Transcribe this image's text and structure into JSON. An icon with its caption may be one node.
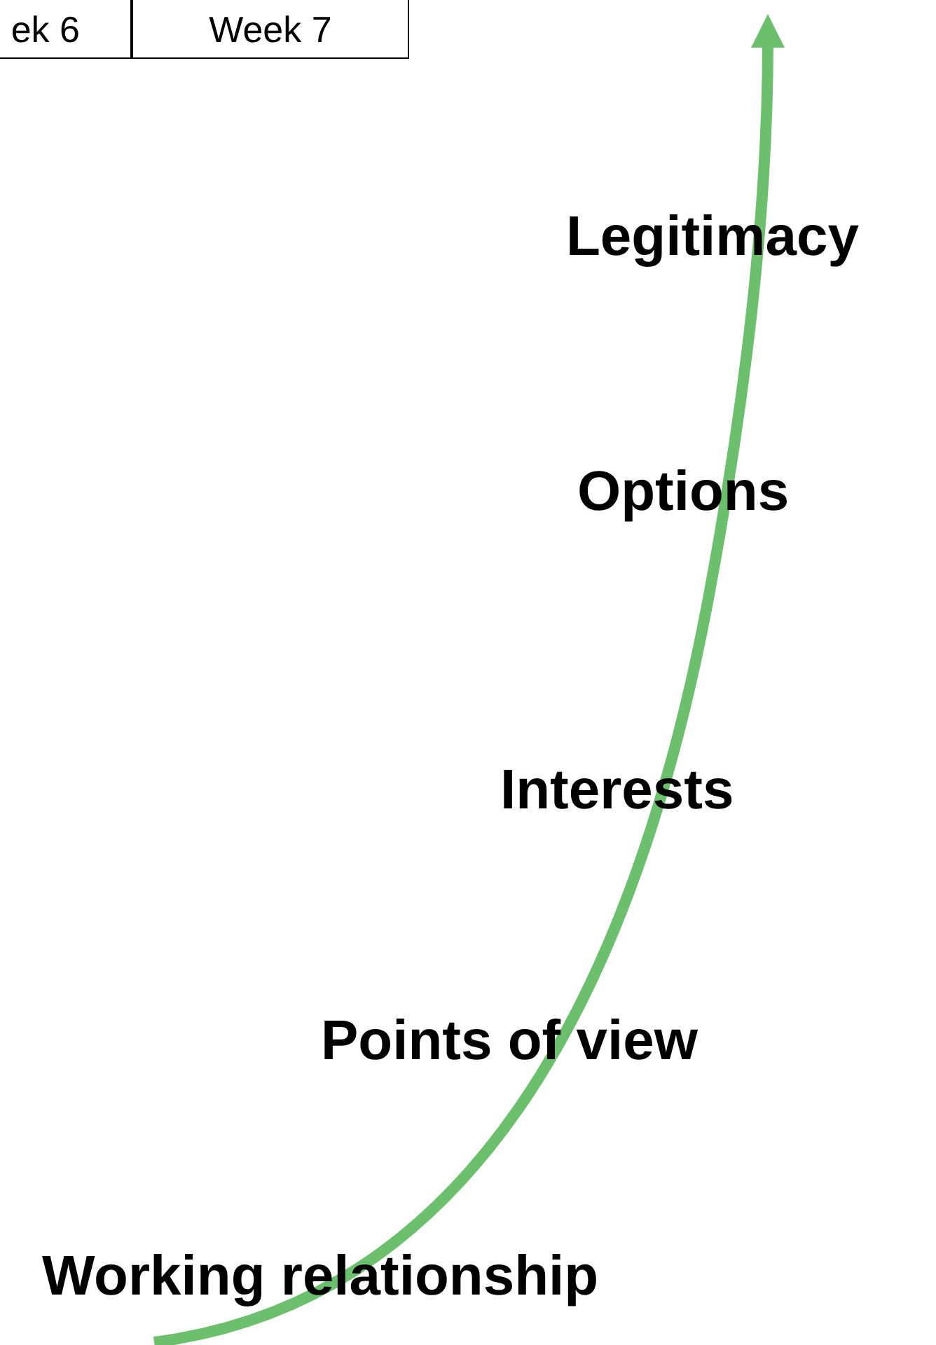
{
  "diagram": {
    "labels": [
      "ek 6",
      "Week 7",
      "Legitimacy",
      "Options",
      "Interests",
      "Points of view",
      "Working relationship"
    ]
  }
}
